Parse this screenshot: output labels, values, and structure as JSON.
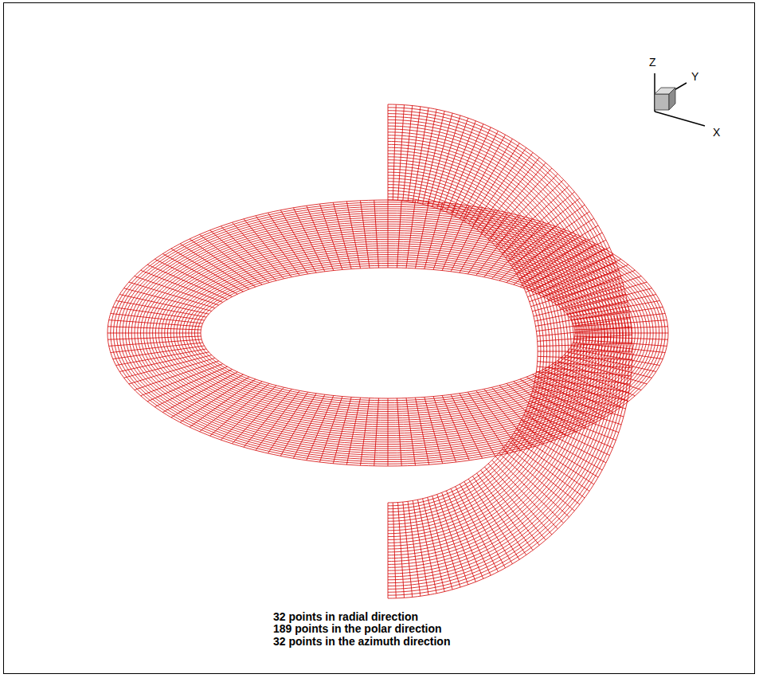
{
  "diagram": {
    "labels": [
      "32 points in radial direction",
      "189 points in the polar direction",
      "32 points in the azimuth direction",
      "Z",
      "Y",
      "X"
    ]
  }
}
